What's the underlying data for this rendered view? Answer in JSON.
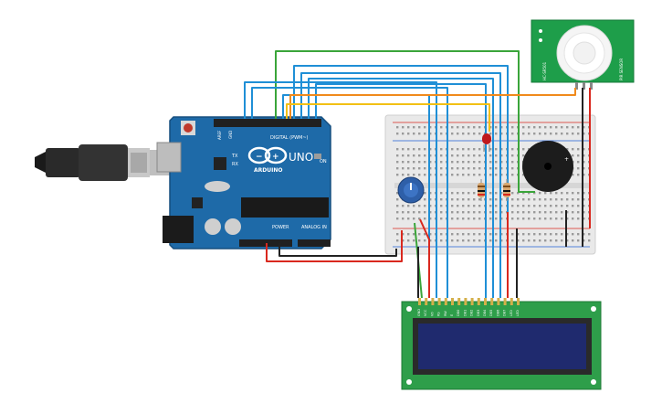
{
  "arduino": {
    "brand": "ARDUINO",
    "model": "UNO",
    "on_label": "ON",
    "tx_label": "TX",
    "rx_label": "RX",
    "digital_label": "DIGITAL (PWM~)",
    "power_label": "POWER",
    "analog_label": "ANALOG IN",
    "aref_label": "AREF",
    "gnd_label": "GND"
  },
  "pir_sensor": {
    "side_label_left": "HC-SR501",
    "side_label_right": "PIR SENSOR"
  },
  "lcd": {
    "pin_labels": [
      "GND",
      "VCC",
      "V0",
      "RS",
      "RW",
      "E",
      "DB0",
      "DB1",
      "DB2",
      "DB3",
      "DB4",
      "DB5",
      "DB6",
      "DB7",
      "LED",
      "LED"
    ]
  },
  "colors": {
    "arduino_board": "#1e6aa8",
    "breadboard": "#e9e9e9",
    "pir_board": "#1e9e4a",
    "lcd_board": "#2e9e4a",
    "lcd_screen": "#1f2a6e",
    "wire_blue": "#1f8fd6",
    "wire_red": "#d9281e",
    "wire_green": "#3aa53a",
    "wire_orange": "#f08a1c",
    "wire_yellow": "#f2c014",
    "wire_black": "#222222",
    "led_red": "#c0181b",
    "buzzer": "#1c1c1c",
    "potentiometer": "#2e5fa8"
  }
}
